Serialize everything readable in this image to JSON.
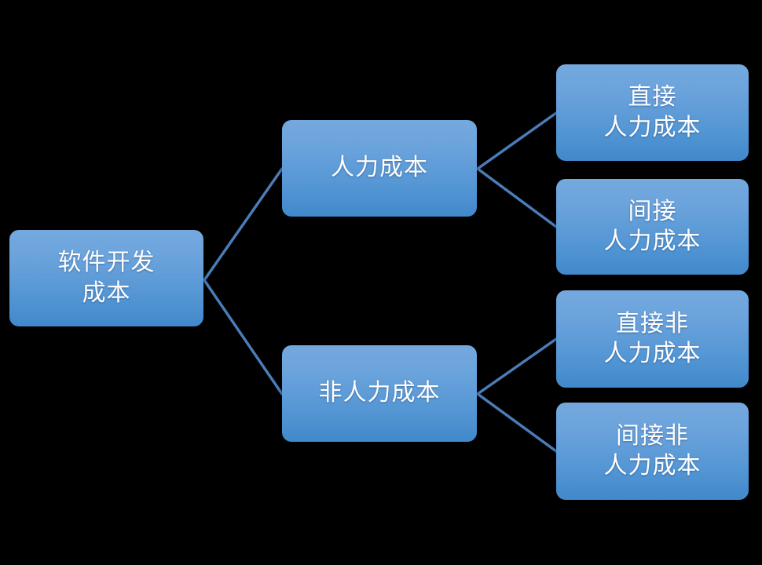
{
  "diagram": {
    "type": "tree",
    "background_color": "#000000",
    "node_fill_top": "#74a9de",
    "node_fill_bottom": "#4189cb",
    "node_text_color": "#ffffff",
    "connector_color": "#4a7cb8",
    "nodes": {
      "root": {
        "line1": "软件开发",
        "line2": "成本"
      },
      "labor": {
        "line1": "人力成本",
        "line2": ""
      },
      "nonlabor": {
        "line1": "非人力成本",
        "line2": ""
      },
      "direct_labor": {
        "line1": "直接",
        "line2": "人力成本"
      },
      "indirect_labor": {
        "line1": "间接",
        "line2": "人力成本"
      },
      "direct_nonlabor": {
        "line1": "直接非",
        "line2": "人力成本"
      },
      "indirect_nonlabor": {
        "line1": "间接非",
        "line2": "人力成本"
      }
    },
    "edges": [
      {
        "from": "root",
        "to": "labor"
      },
      {
        "from": "root",
        "to": "nonlabor"
      },
      {
        "from": "labor",
        "to": "direct_labor"
      },
      {
        "from": "labor",
        "to": "indirect_labor"
      },
      {
        "from": "nonlabor",
        "to": "direct_nonlabor"
      },
      {
        "from": "nonlabor",
        "to": "indirect_nonlabor"
      }
    ]
  }
}
